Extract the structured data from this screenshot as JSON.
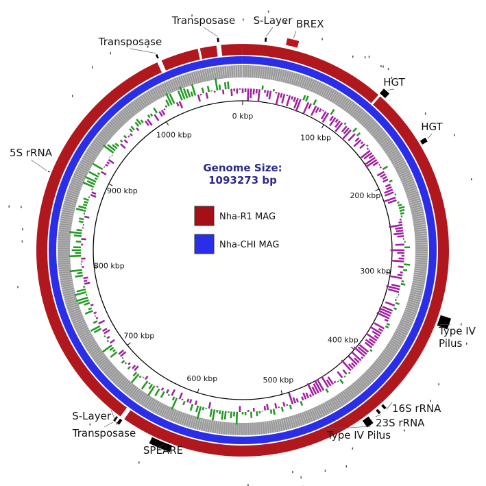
{
  "genome": {
    "title_line1": "Genome Size:",
    "title_line2": "1093273 bp",
    "size_bp": 1093273
  },
  "legend": [
    {
      "label": "Nha-R1 MAG",
      "color": "#a50f15"
    },
    {
      "label": "Nha-CHI MAG",
      "color": "#2b2ee8"
    }
  ],
  "ticks": [
    "0 kbp",
    "100 kbp",
    "200 kbp",
    "300 kbp",
    "400 kbp",
    "500 kbp",
    "600 kbp",
    "700 kbp",
    "800 kbp",
    "900 kbp",
    "1000 kbp"
  ],
  "colors": {
    "gc_positive": "#229922",
    "gc_negative": "#a020a0",
    "gray_ring": "#9a9a9a",
    "feature": "#000000",
    "brex": "#c0141c"
  },
  "features": [
    {
      "label": "BREX",
      "kbp": 41
    },
    {
      "label": "S-Layer",
      "kbp": 19
    },
    {
      "label": "Transposase",
      "kbp": 1073
    },
    {
      "label": "Transposase",
      "kbp": 1021
    },
    {
      "label": "HGT",
      "kbp": 128
    },
    {
      "label": "HGT",
      "kbp": 179
    },
    {
      "label": "Type IV Pilus",
      "kbp": 333
    },
    {
      "label": "16S rRNA",
      "kbp": 419
    },
    {
      "label": "23S rRNA",
      "kbp": 425
    },
    {
      "label": "Type IV Pilus",
      "kbp": 437
    },
    {
      "label": "SPEARE",
      "kbp": 616
    },
    {
      "label": "S-Layer",
      "kbp": 655
    },
    {
      "label": "Transposase",
      "kbp": 659
    },
    {
      "label": "5S rRNA",
      "kbp": 887
    }
  ]
}
